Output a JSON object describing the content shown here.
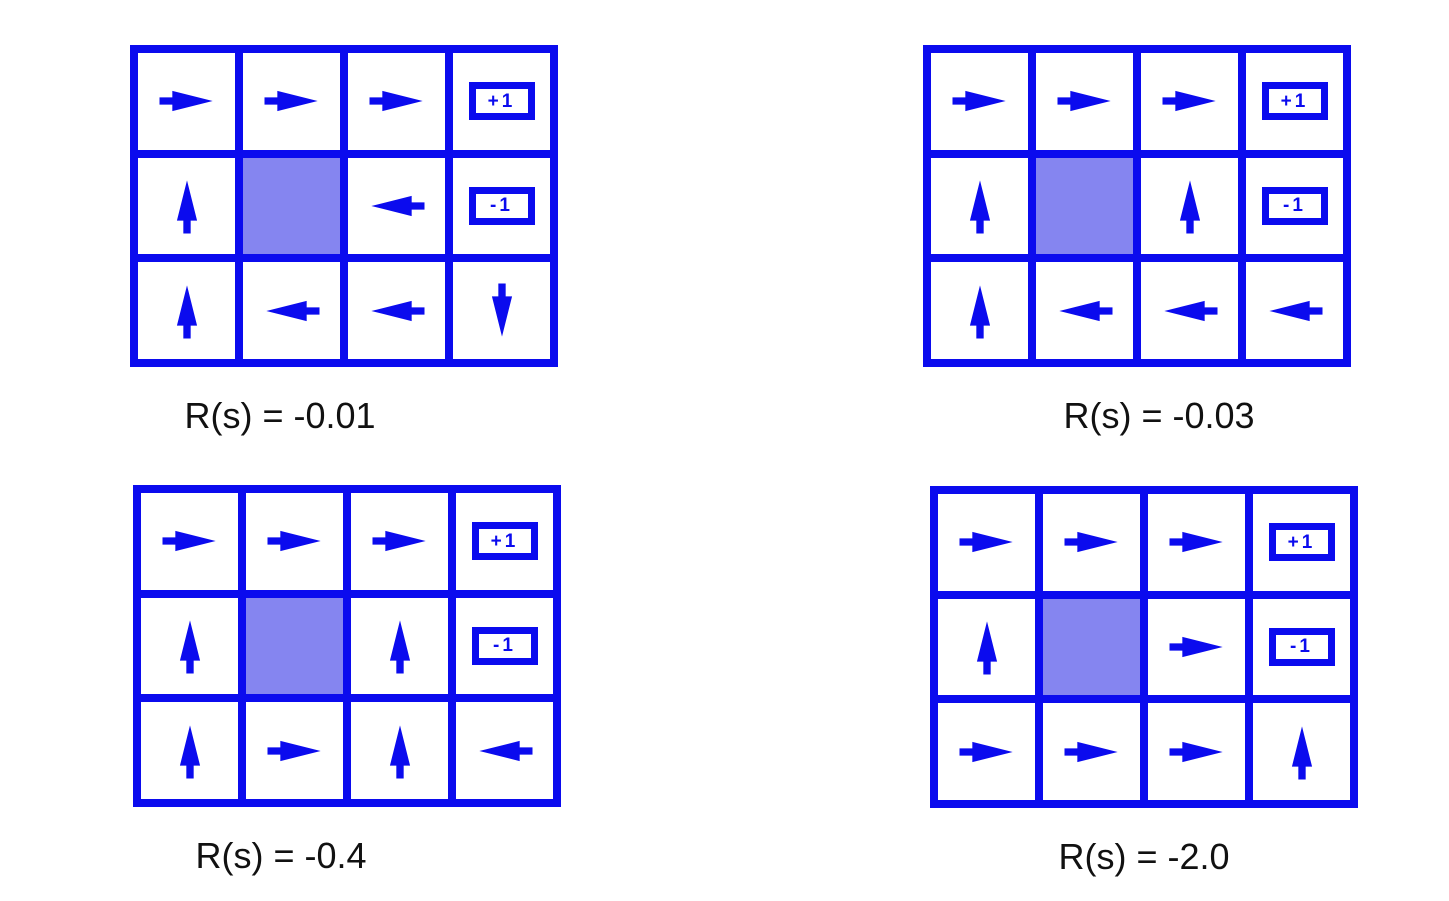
{
  "figure": {
    "name": "gridworld-optimal-policies",
    "background_color": "#ffffff",
    "accent_blue": "#0b0bee",
    "blocked_cell_color": "#8585f0",
    "caption_color": "#111111",
    "terminal_positive_label": "+1",
    "terminal_negative_label": "-1",
    "grids": [
      {
        "position": "top-left",
        "caption": "R(s) = -0.01",
        "rows": [
          [
            "right",
            "right",
            "right",
            "+1"
          ],
          [
            "up",
            "blocked",
            "left",
            "-1"
          ],
          [
            "up",
            "left",
            "left",
            "down"
          ]
        ]
      },
      {
        "position": "top-right",
        "caption": "R(s) = -0.03",
        "rows": [
          [
            "right",
            "right",
            "right",
            "+1"
          ],
          [
            "up",
            "blocked",
            "up",
            "-1"
          ],
          [
            "up",
            "left",
            "left",
            "left"
          ]
        ]
      },
      {
        "position": "bottom-left",
        "caption": "R(s) = -0.4",
        "rows": [
          [
            "right",
            "right",
            "right",
            "+1"
          ],
          [
            "up",
            "blocked",
            "up",
            "-1"
          ],
          [
            "up",
            "right",
            "up",
            "left"
          ]
        ]
      },
      {
        "position": "bottom-right",
        "caption": "R(s) = -2.0",
        "rows": [
          [
            "right",
            "right",
            "right",
            "+1"
          ],
          [
            "up",
            "blocked",
            "right",
            "-1"
          ],
          [
            "right",
            "right",
            "right",
            "up"
          ]
        ]
      }
    ]
  }
}
